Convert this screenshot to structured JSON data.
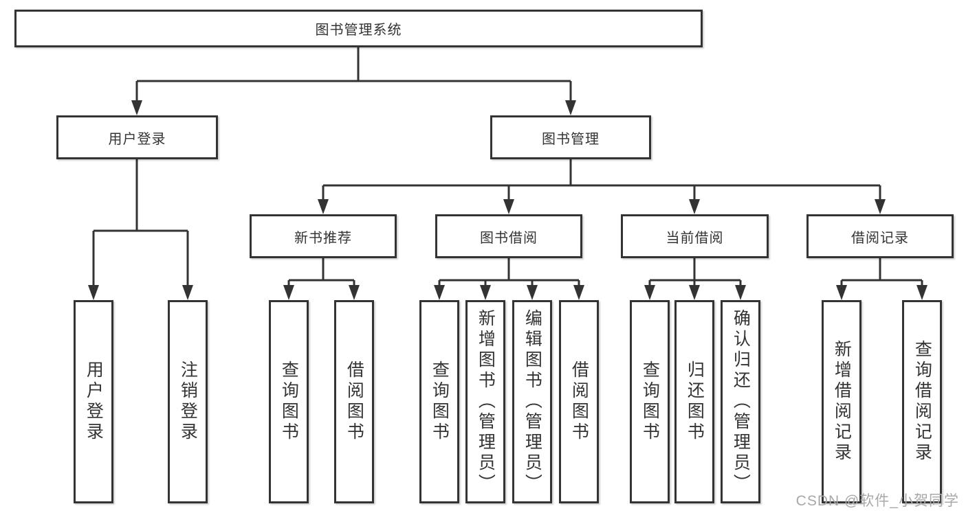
{
  "diagram": {
    "root": {
      "label": "图书管理系统"
    },
    "branches": [
      {
        "label": "用户登录",
        "children": [
          {
            "label": "用户登录"
          },
          {
            "label": "注销登录"
          }
        ]
      },
      {
        "label": "图书管理",
        "children": [
          {
            "label": "新书推荐",
            "children": [
              {
                "label": "查询图书"
              },
              {
                "label": "借阅图书"
              }
            ]
          },
          {
            "label": "图书借阅",
            "children": [
              {
                "label": "查询图书"
              },
              {
                "label": "新增图书（管理员）"
              },
              {
                "label": "编辑图书（管理员）"
              },
              {
                "label": "借阅图书"
              }
            ]
          },
          {
            "label": "当前借阅",
            "children": [
              {
                "label": "查询图书"
              },
              {
                "label": "归还图书"
              },
              {
                "label": "确认归还（管理员）"
              }
            ]
          },
          {
            "label": "借阅记录",
            "children": [
              {
                "label": "新增借阅记录"
              },
              {
                "label": "查询借阅记录"
              }
            ]
          }
        ]
      }
    ]
  },
  "colors": {
    "line": "#333333",
    "box_fill": "#ffffff",
    "text": "#333333",
    "watermark": "#a8a8a8"
  },
  "watermark": {
    "text": "CSDN @软件_小贺同学"
  }
}
